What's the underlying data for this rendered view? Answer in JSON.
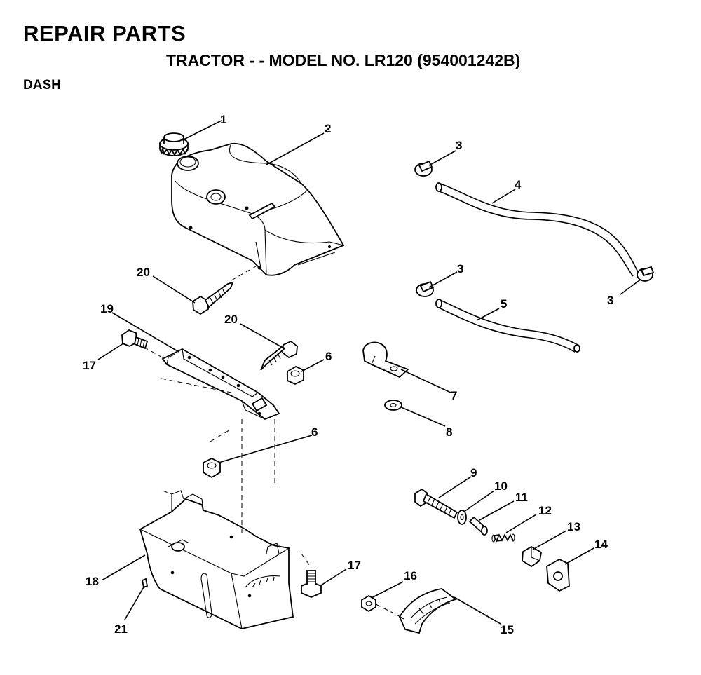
{
  "header": {
    "title": "REPAIR PARTS",
    "subtitle": "TRACTOR - - MODEL NO. LR120 (954001242B)",
    "section": "DASH"
  },
  "callouts": [
    {
      "id": "c1",
      "label": "1"
    },
    {
      "id": "c2",
      "label": "2"
    },
    {
      "id": "c3a",
      "label": "3"
    },
    {
      "id": "c3b",
      "label": "3"
    },
    {
      "id": "c3c",
      "label": "3"
    },
    {
      "id": "c4",
      "label": "4"
    },
    {
      "id": "c5",
      "label": "5"
    },
    {
      "id": "c6a",
      "label": "6"
    },
    {
      "id": "c6b",
      "label": "6"
    },
    {
      "id": "c7",
      "label": "7"
    },
    {
      "id": "c8",
      "label": "8"
    },
    {
      "id": "c9",
      "label": "9"
    },
    {
      "id": "c10",
      "label": "10"
    },
    {
      "id": "c11",
      "label": "11"
    },
    {
      "id": "c12",
      "label": "12"
    },
    {
      "id": "c13",
      "label": "13"
    },
    {
      "id": "c14",
      "label": "14"
    },
    {
      "id": "c15",
      "label": "15"
    },
    {
      "id": "c16",
      "label": "16"
    },
    {
      "id": "c17a",
      "label": "17"
    },
    {
      "id": "c17b",
      "label": "17"
    },
    {
      "id": "c18",
      "label": "18"
    },
    {
      "id": "c19",
      "label": "19"
    },
    {
      "id": "c20a",
      "label": "20"
    },
    {
      "id": "c20b",
      "label": "20"
    },
    {
      "id": "c21",
      "label": "21"
    }
  ]
}
